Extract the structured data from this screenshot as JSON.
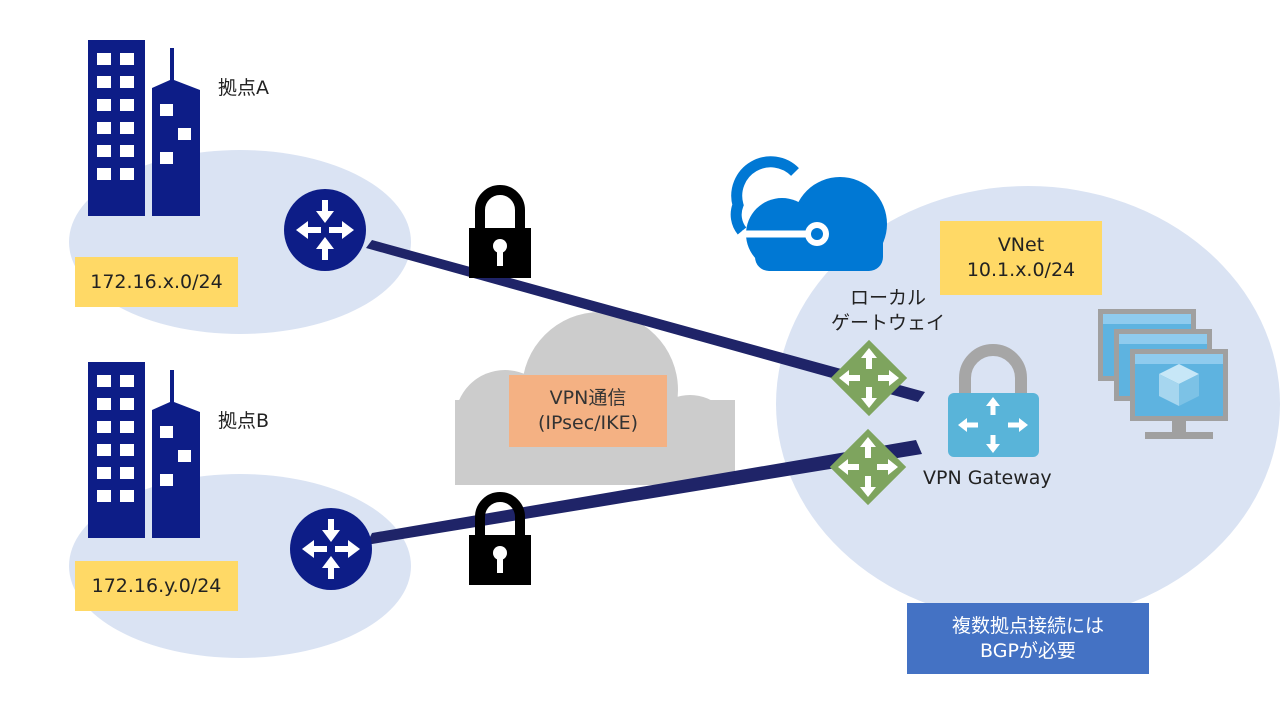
{
  "sites": {
    "a": {
      "label": "拠点A",
      "subnet": "172.16.x.0/24"
    },
    "b": {
      "label": "拠点B",
      "subnet": "172.16.y.0/24"
    }
  },
  "vpn_cloud": {
    "line1": "VPN通信",
    "line2": "(IPsec/IKE)"
  },
  "azure": {
    "vnet_title": "VNet",
    "vnet_subnet": "10.1.x.0/24",
    "local_gateway_line1": "ローカル",
    "local_gateway_line2": "ゲートウェイ",
    "vpn_gateway_label": "VPN Gateway"
  },
  "note": {
    "line1": "複数拠点接続には",
    "line2": "BGPが必要"
  },
  "colors": {
    "site_ellipse": "#dae3f3",
    "azure_ellipse": "#dae3f3",
    "building": "#0d1d87",
    "router": "#0d1d87",
    "tunnel": "#1f2468",
    "lock": "#000000",
    "vpn_cloud": "#cccccc",
    "azure_cloud": "#0078d4",
    "local_gateway": "#7ea45e",
    "vpn_gateway": "#59b4d9",
    "label_yellow": "#ffd966",
    "label_orange": "#f4b183",
    "label_blue": "#4472c4"
  },
  "icons": [
    "building-icon",
    "router-icon",
    "lock-icon",
    "azure-cloud-icon",
    "local-gateway-icon",
    "vpn-gateway-icon",
    "vm-icon"
  ]
}
